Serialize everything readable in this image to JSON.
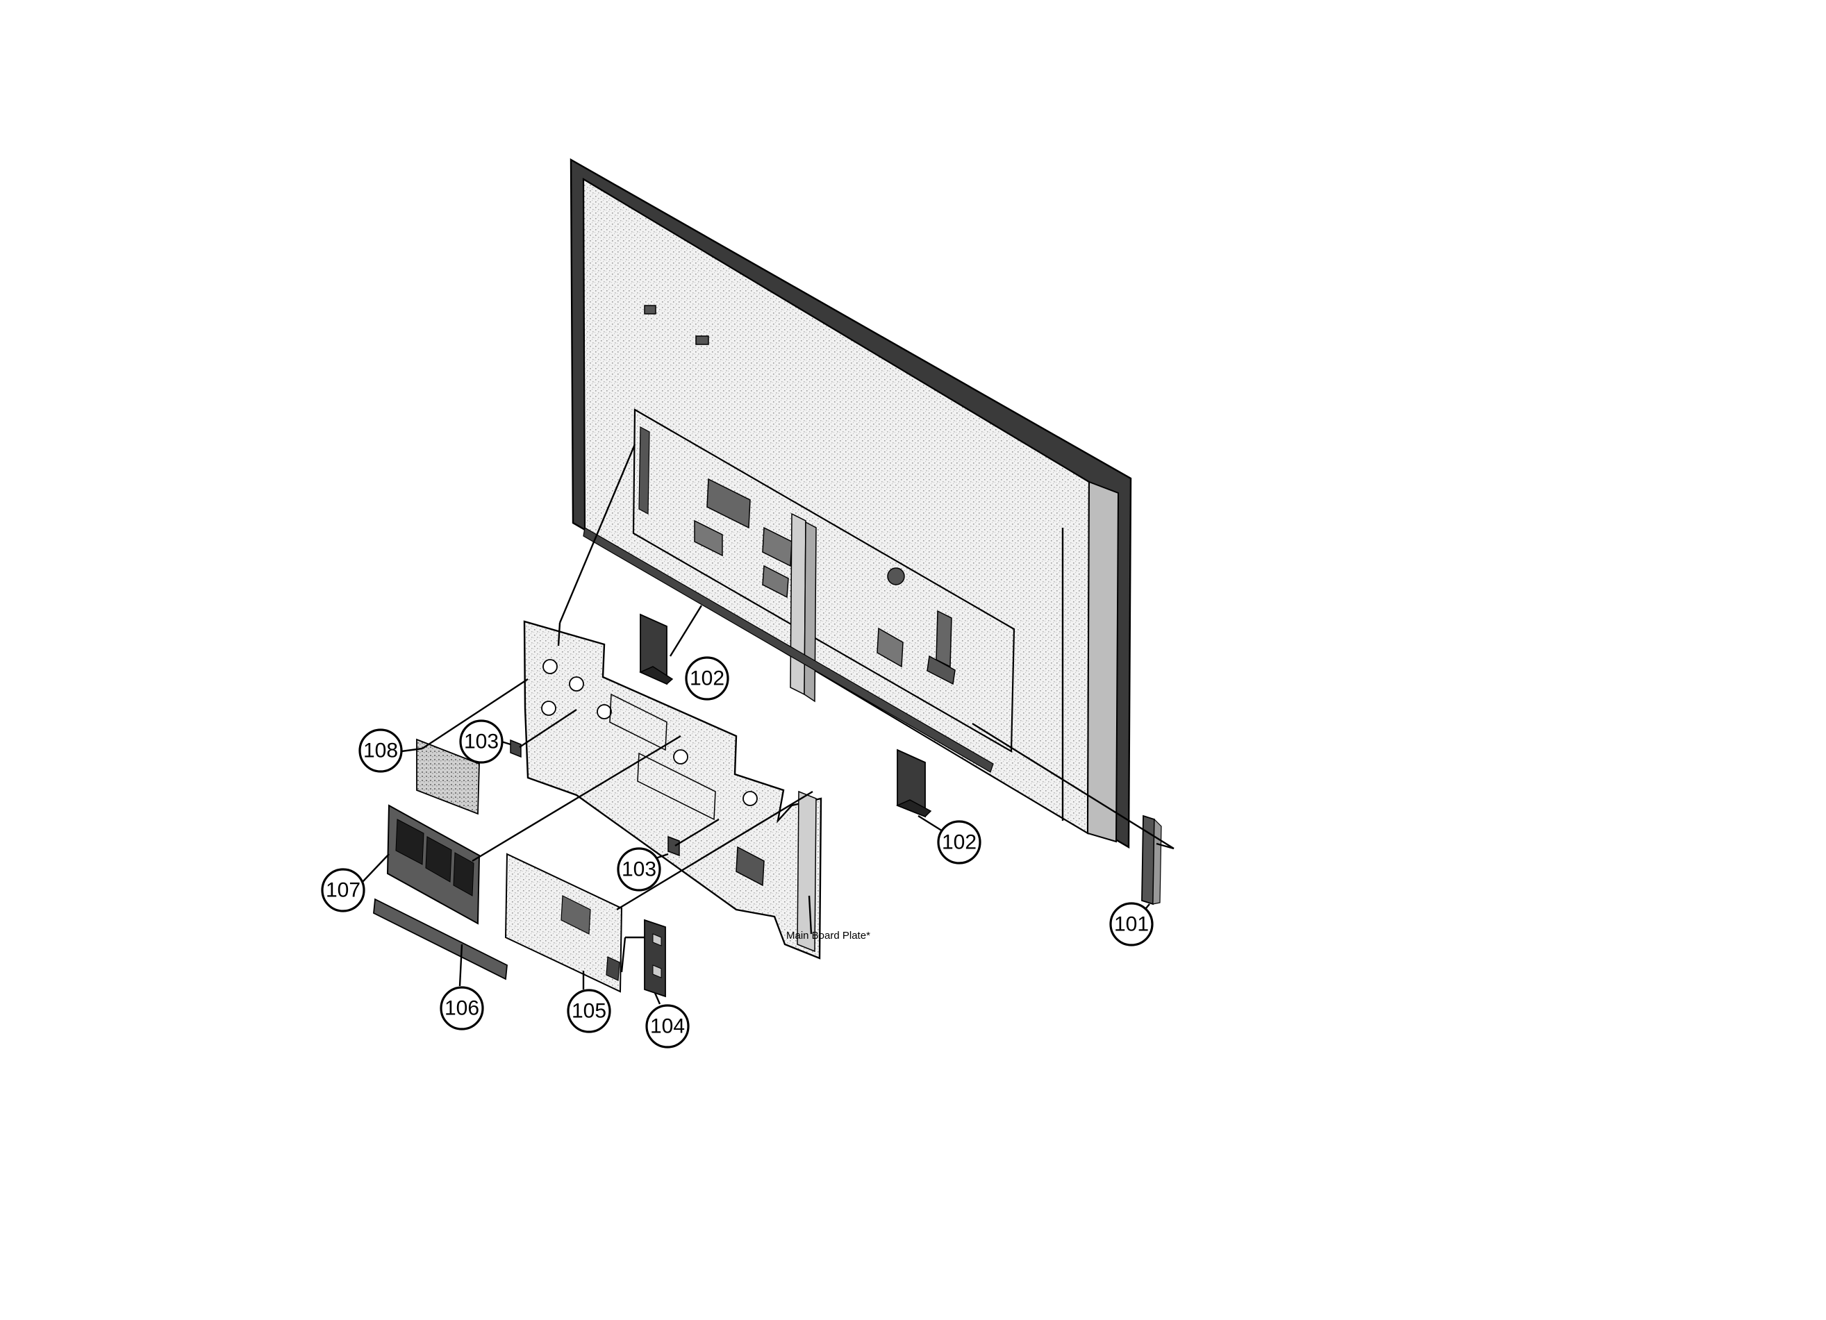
{
  "callouts": {
    "c101": "101",
    "c102a": "102",
    "c102b": "102",
    "c103a": "103",
    "c103b": "103",
    "c104": "104",
    "c105": "105",
    "c106": "106",
    "c107": "107",
    "c108": "108"
  },
  "labels": {
    "main_board_plate": "Main Board Plate*"
  },
  "colors": {
    "line": "#000000",
    "panel_fill": "#e6e6e6",
    "board_fill": "#dcdcdc",
    "dark_part": "#2a2a2a",
    "background": "#ffffff"
  }
}
